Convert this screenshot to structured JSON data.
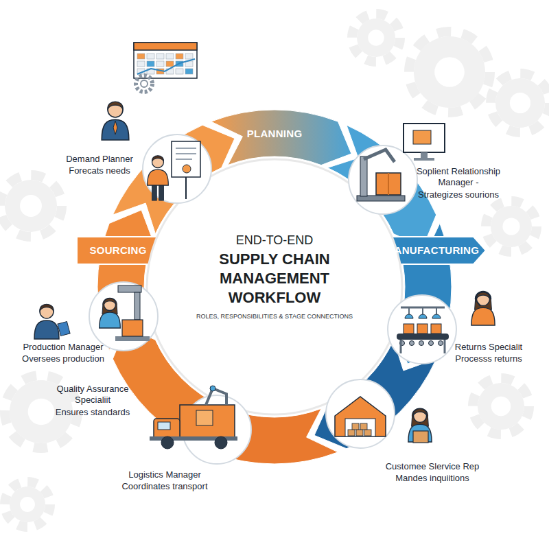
{
  "diagram": {
    "title": "END-TO-END SUPPLY CHAIN MANAGEMENT WORKFLOW",
    "caption": "ROLES, RESPONSIBILITIES & STAGE CONNECTIONS",
    "labels": [
      "PLANNING",
      "Demand Planner",
      "Forecats needs",
      "Soplient Relationship Manager -",
      "Strategizes sourions",
      "SOURCING",
      "MANUFACTURING",
      "Production Manager",
      "Oversees production",
      "Returns Specialit",
      "Processs returns",
      "Quality Assurance Specialiit",
      "Ensures standards",
      "Customee Slervice Rep",
      "Mandes inquiitions",
      "Logistics Manager",
      "Coordinates transport"
    ]
  }
}
